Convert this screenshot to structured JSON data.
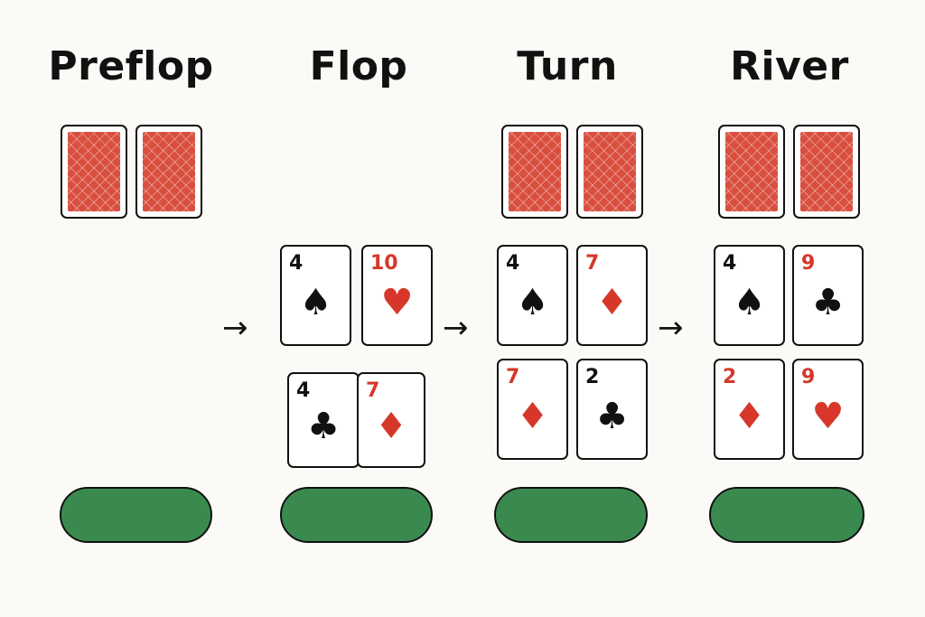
{
  "stages": [
    {
      "title": "Preflop"
    },
    {
      "title": "Flop"
    },
    {
      "title": "Turn"
    },
    {
      "title": "River"
    }
  ],
  "arrow_glyph": "→",
  "cards": {
    "flop": [
      {
        "rank": "4",
        "suit": "♠",
        "color": "black"
      },
      {
        "rank": "10",
        "suit": "♥",
        "color": "red"
      },
      {
        "rank": "4",
        "suit": "♣",
        "color": "black"
      },
      {
        "rank": "7",
        "suit": "♦",
        "color": "red"
      }
    ],
    "turn": [
      {
        "rank": "4",
        "suit": "♠",
        "color": "black"
      },
      {
        "rank": "7",
        "suit": "♦",
        "color": "red"
      },
      {
        "rank": "7",
        "suit": "♦",
        "color": "red"
      },
      {
        "rank": "2",
        "suit": "♣",
        "color": "black"
      }
    ],
    "river": [
      {
        "rank": "4",
        "suit": "♠",
        "color": "black"
      },
      {
        "rank": "9",
        "suit": "♣",
        "color": "black"
      },
      {
        "rank": "2",
        "suit": "♦",
        "color": "red"
      },
      {
        "rank": "9",
        "suit": "♥",
        "color": "red"
      }
    ]
  },
  "colors": {
    "card_back": "#d94f3f",
    "table_green": "#3a8a4f",
    "red_suit": "#d6372a",
    "black_suit": "#111111",
    "background": "#fbfaf7"
  }
}
